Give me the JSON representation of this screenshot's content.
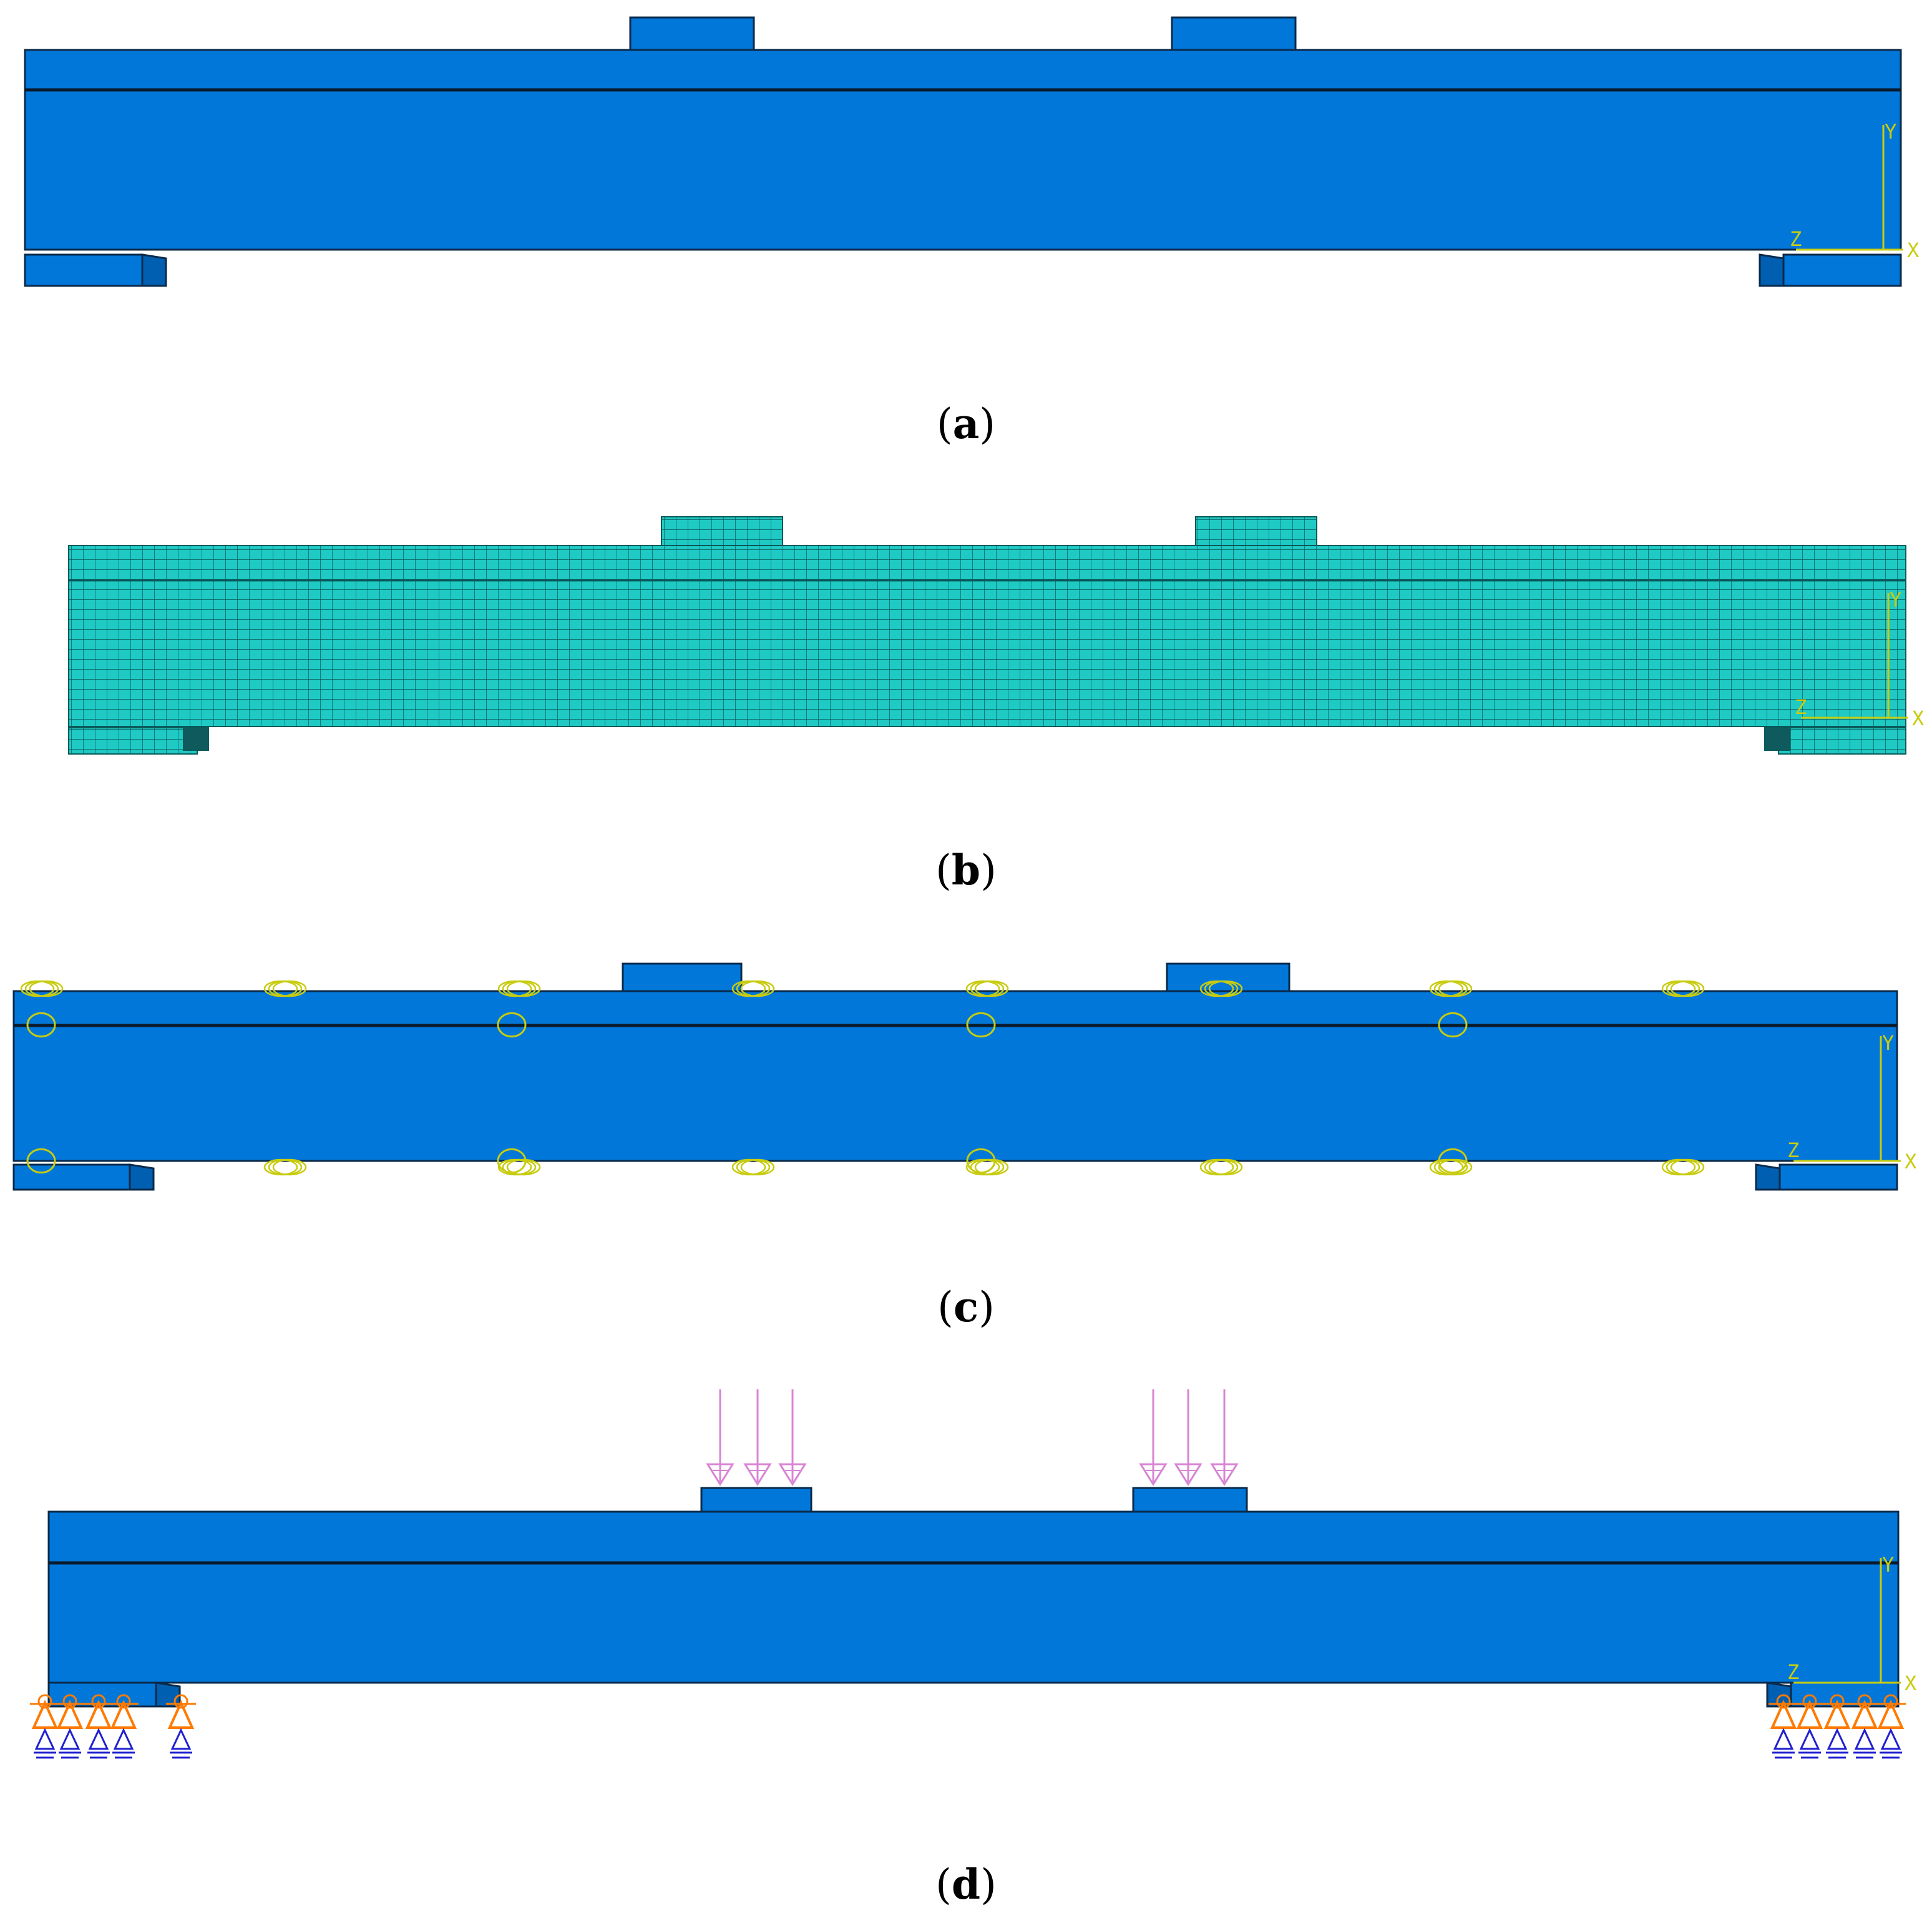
{
  "colors": {
    "beam": "#0077D9",
    "beam_side": "#005FB0",
    "outline": "#0A2A4A",
    "mesh_fill": "#1FC9C4",
    "mesh_line": "#0B5A5A",
    "triad": "#C8CC10",
    "tie": "#C8CC10",
    "load_arrow": "#D884D4",
    "bc_orange": "#FF7A00",
    "bc_blue": "#2020D0"
  },
  "icons": {
    "triad": "axis-triad-icon",
    "tie": "tie-constraint-icon",
    "load": "load-arrow-icon",
    "bc": "boundary-condition-icon"
  },
  "panels": [
    {
      "id": "a",
      "caption_open": "(",
      "caption_letter": "a",
      "caption_close": ")",
      "view": "model"
    },
    {
      "id": "b",
      "caption_open": "(",
      "caption_letter": "b",
      "caption_close": ")",
      "view": "mesh"
    },
    {
      "id": "c",
      "caption_open": "(",
      "caption_letter": "c",
      "caption_close": ")",
      "view": "interaction"
    },
    {
      "id": "d",
      "caption_open": "(",
      "caption_letter": "d",
      "caption_close": ")",
      "view": "loads"
    }
  ],
  "triad": {
    "y": "Y",
    "x": "X",
    "z": "Z"
  }
}
